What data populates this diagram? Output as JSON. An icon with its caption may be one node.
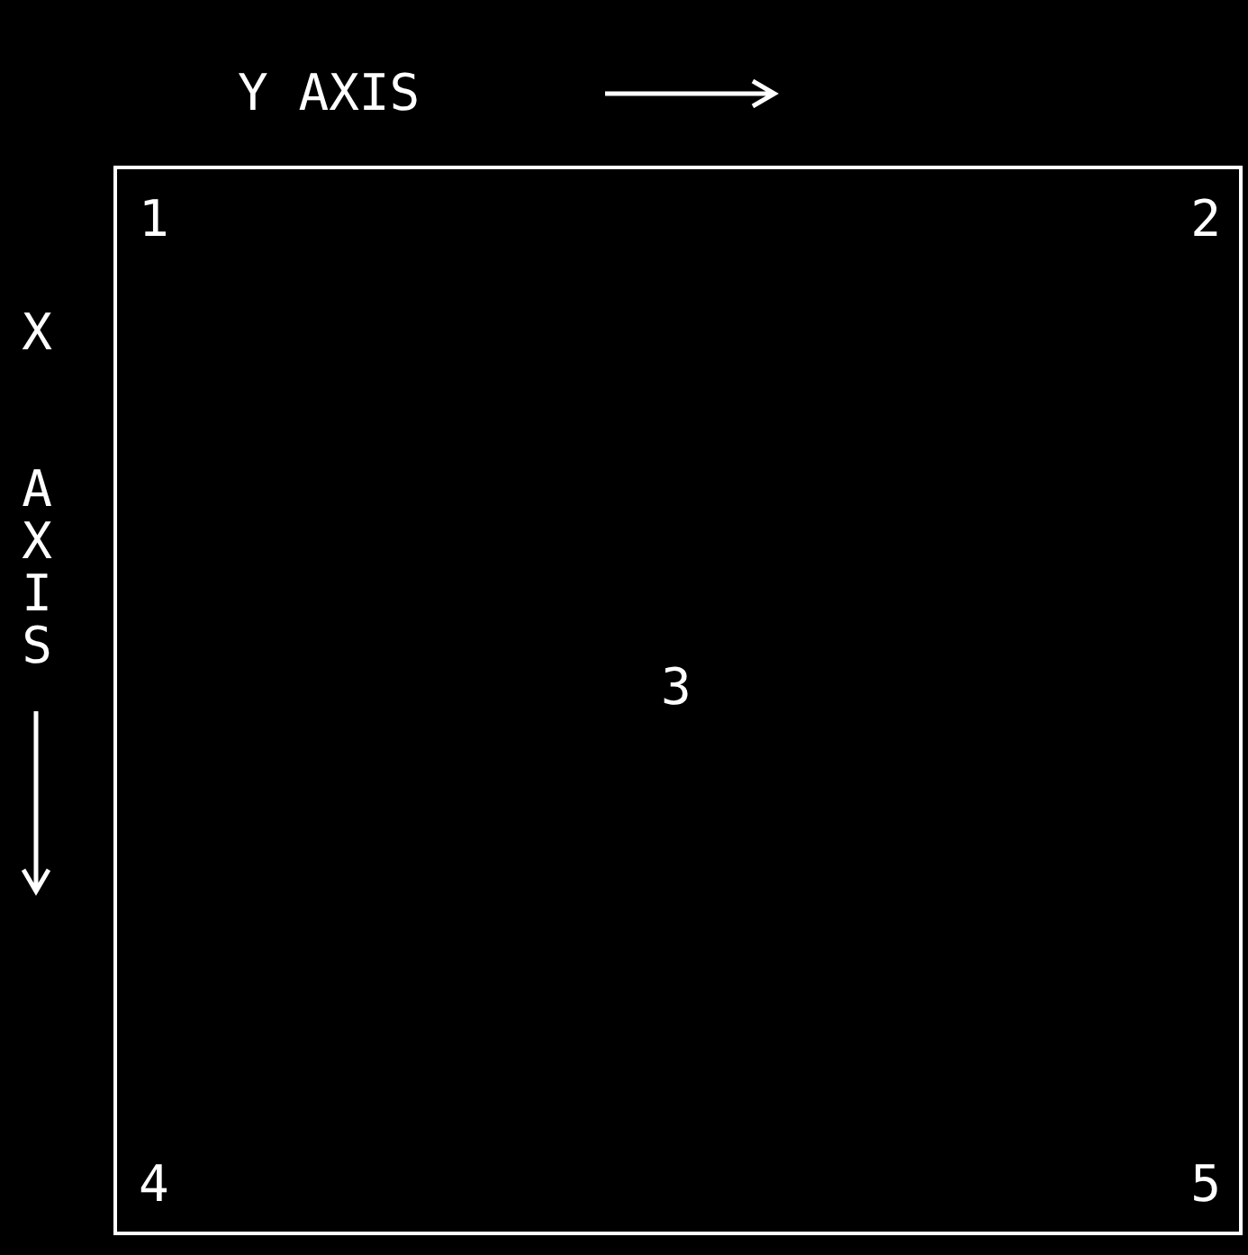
{
  "diagram": {
    "nodes": [
      {
        "text": [
          "1",
          "2",
          "3",
          "4",
          "5"
        ]
      }
    ],
    "labels": [
      "Y AXIS",
      "X AXIS"
    ]
  }
}
